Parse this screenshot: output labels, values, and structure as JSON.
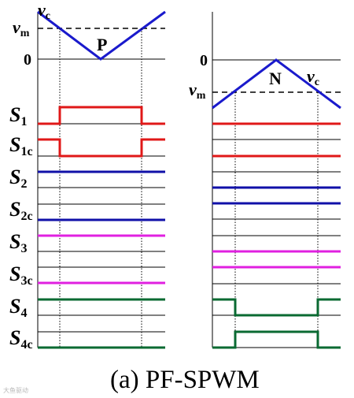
{
  "caption": "(a) PF-SPWM",
  "watermark": "大鱼驱动",
  "colors": {
    "carrier": "#1a1acc",
    "S1": "#e01818",
    "S2": "#1010a8",
    "S3": "#e020e0",
    "S4": "#0a6a32"
  },
  "left_panel": {
    "region_label": "P",
    "vc_label": "v",
    "vc_sub": "c",
    "vm_label": "v",
    "vm_sub": "m",
    "zero_label": "0",
    "signals": [
      {
        "name": "S",
        "sub": "1",
        "color_key": "S1",
        "shape": "pulse-high"
      },
      {
        "name": "S",
        "sub": "1c",
        "color_key": "S1",
        "shape": "pulse-low"
      },
      {
        "name": "S",
        "sub": "2",
        "color_key": "S2",
        "shape": "flat"
      },
      {
        "name": "S",
        "sub": "2c",
        "color_key": "S2",
        "shape": "flat"
      },
      {
        "name": "S",
        "sub": "3",
        "color_key": "S3",
        "shape": "flat"
      },
      {
        "name": "S",
        "sub": "3c",
        "color_key": "S3",
        "shape": "flat"
      },
      {
        "name": "S",
        "sub": "4",
        "color_key": "S4",
        "shape": "flat"
      },
      {
        "name": "S",
        "sub": "4c",
        "color_key": "S4",
        "shape": "flat"
      }
    ]
  },
  "right_panel": {
    "region_label": "N",
    "vc_label": "v",
    "vc_sub": "c",
    "vm_label": "v",
    "vm_sub": "m",
    "zero_label": "0",
    "signals": [
      {
        "color_key": "S1",
        "shape": "flat"
      },
      {
        "color_key": "S1",
        "shape": "flat"
      },
      {
        "color_key": "S2",
        "shape": "flat"
      },
      {
        "color_key": "S2",
        "shape": "flat"
      },
      {
        "color_key": "S3",
        "shape": "flat"
      },
      {
        "color_key": "S3",
        "shape": "flat"
      },
      {
        "color_key": "S4",
        "shape": "pulse-low"
      },
      {
        "color_key": "S4",
        "shape": "pulse-high"
      }
    ]
  }
}
